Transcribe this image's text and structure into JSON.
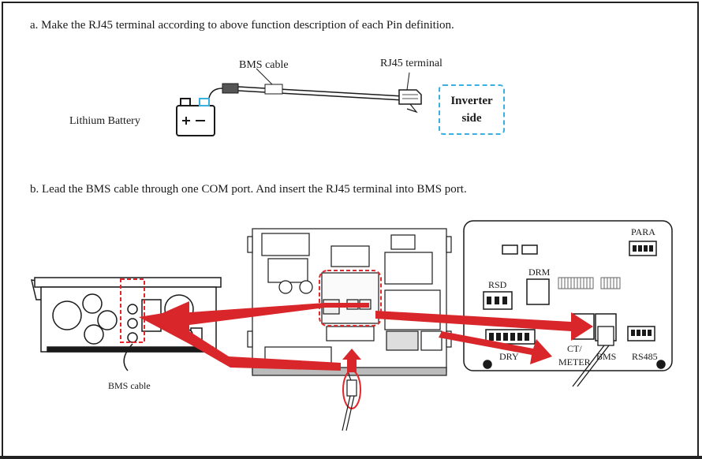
{
  "steps": {
    "a": "a. Make the RJ45 terminal according to above function description of each Pin definition.",
    "b": "b. Lead the BMS cable through one COM port. And insert the RJ45 terminal into BMS port."
  },
  "diagram_a": {
    "bms_cable_label": "BMS cable",
    "rj45_label": "RJ45 terminal",
    "battery_label": "Lithium Battery",
    "battery_symbol": "+ −",
    "inverter_line1": "Inverter",
    "inverter_line2": "side"
  },
  "diagram_b": {
    "left_cable_label": "BMS cable",
    "ports": {
      "para": "PARA",
      "rsd": "RSD",
      "drm": "DRM",
      "dry": "DRY",
      "ct_meter_line1": "CT/",
      "ct_meter_line2": "METER",
      "bms": "BMS",
      "rs485": "RS485"
    }
  },
  "colors": {
    "arrow": "#d8262a",
    "highlight": "#e3262b",
    "inverter_box_border": "#3ab0e0",
    "line": "#1a1a1a"
  }
}
